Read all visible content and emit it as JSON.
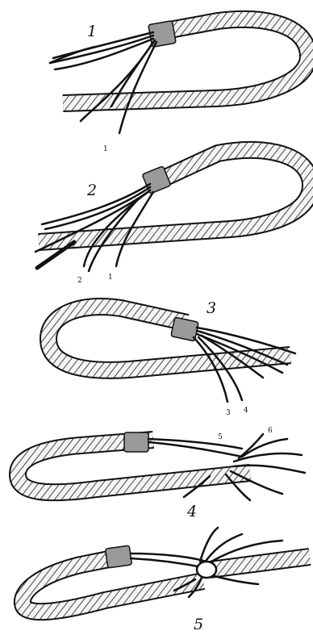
{
  "figure": {
    "steps": [
      {
        "number": "1",
        "strand_labels": [
          "1"
        ]
      },
      {
        "number": "2",
        "strand_labels": [
          "2",
          "1"
        ]
      },
      {
        "number": "3",
        "strand_labels": [
          "3",
          "4"
        ]
      },
      {
        "number": "4",
        "strand_labels": [
          "5",
          "6"
        ]
      },
      {
        "number": "5",
        "strand_labels": []
      }
    ]
  },
  "colors": {
    "ink": "#111111",
    "rope_fill": "#f4f4f4",
    "background": "#ffffff"
  }
}
